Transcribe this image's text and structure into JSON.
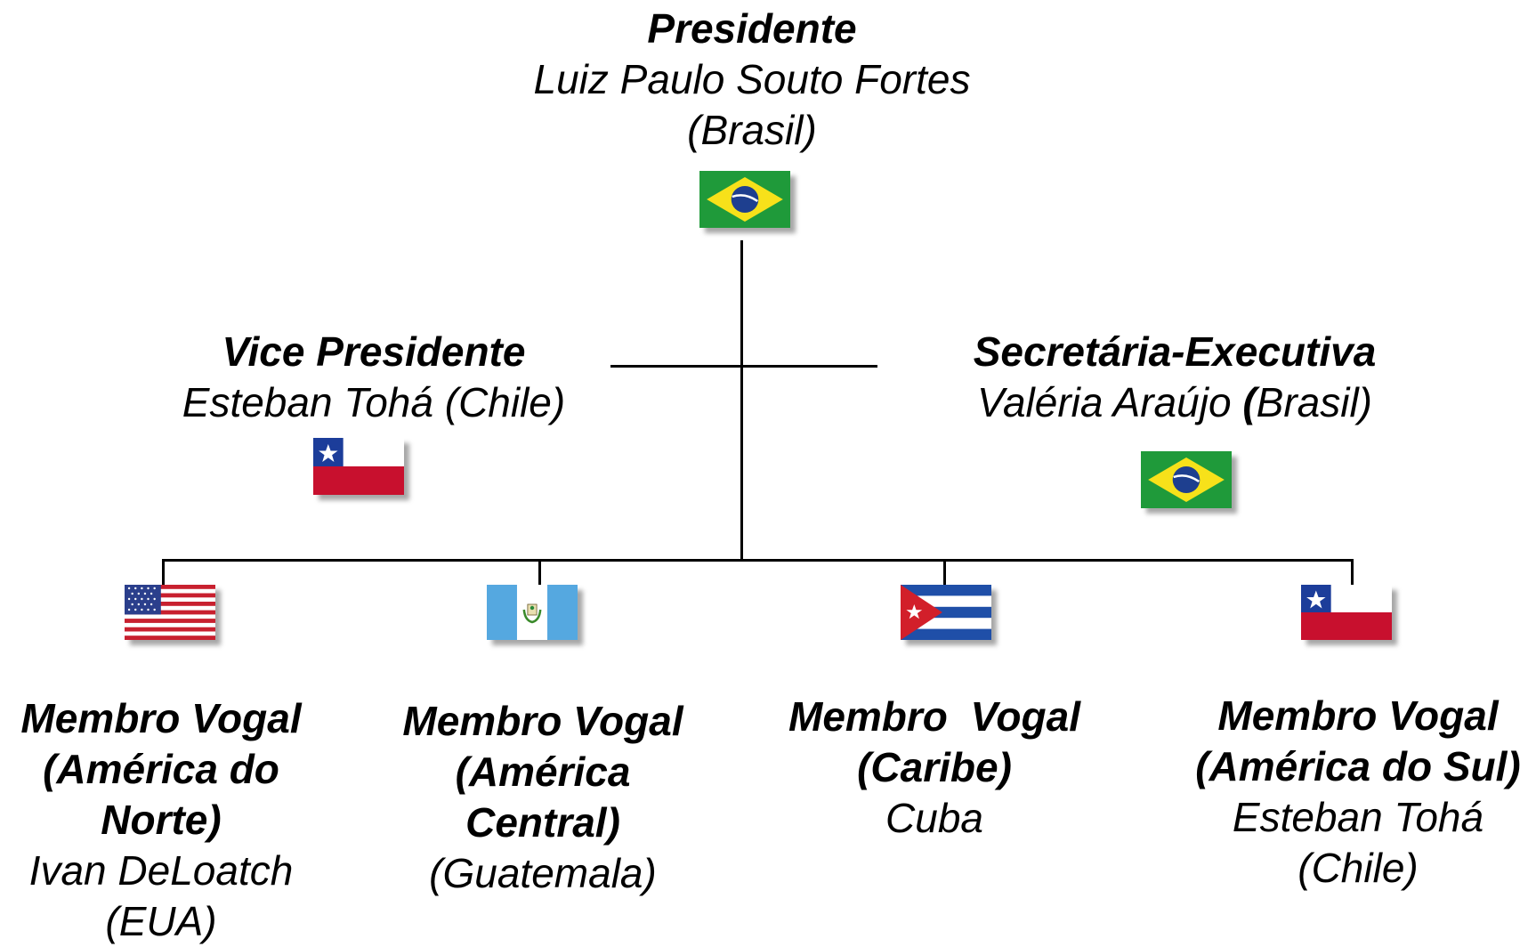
{
  "president": {
    "role": "Presidente",
    "name": "Luiz Paulo Souto Fortes",
    "country": "(Brasil)",
    "flag": "brazil-flag"
  },
  "vice_president": {
    "role": "Vice Presidente",
    "name_country": "Esteban Tohá (Chile)",
    "flag": "chile-flag"
  },
  "executive_secretary": {
    "role": "Secretária-Executiva",
    "name_prefix": "Valéria Araújo ",
    "paren_open": "(",
    "country_rest": "Brasil)",
    "flag": "brazil-flag"
  },
  "members": [
    {
      "role_lines": [
        "Membro Vogal",
        "(América do",
        "Norte)"
      ],
      "person_lines": [
        "Ivan DeLoatch",
        "(EUA)"
      ],
      "flag": "usa-flag"
    },
    {
      "role_lines": [
        "Membro Vogal",
        "(América",
        "Central)"
      ],
      "person_lines": [
        "(Guatemala)"
      ],
      "flag": "guatemala-flag"
    },
    {
      "role_lines": [
        "Membro  Vogal",
        "(Caribe)"
      ],
      "person_lines": [
        "Cuba"
      ],
      "flag": "cuba-flag"
    },
    {
      "role_lines": [
        "Membro Vogal",
        "(América do Sul)"
      ],
      "person_lines": [
        "Esteban Tohá",
        "(Chile)"
      ],
      "flag": "chile-flag"
    }
  ],
  "colors": {
    "brazil_green": "#1f9a3a",
    "brazil_yellow": "#f7e11a",
    "brazil_blue": "#1e3f8f",
    "chile_red": "#c8102e",
    "chile_blue": "#1c3d9a",
    "usa_red": "#c8202f",
    "usa_blue": "#2b3f8c",
    "guatemala_blue": "#55a8e0",
    "cuba_blue": "#1f4fa8",
    "cuba_red": "#d21f2a"
  }
}
